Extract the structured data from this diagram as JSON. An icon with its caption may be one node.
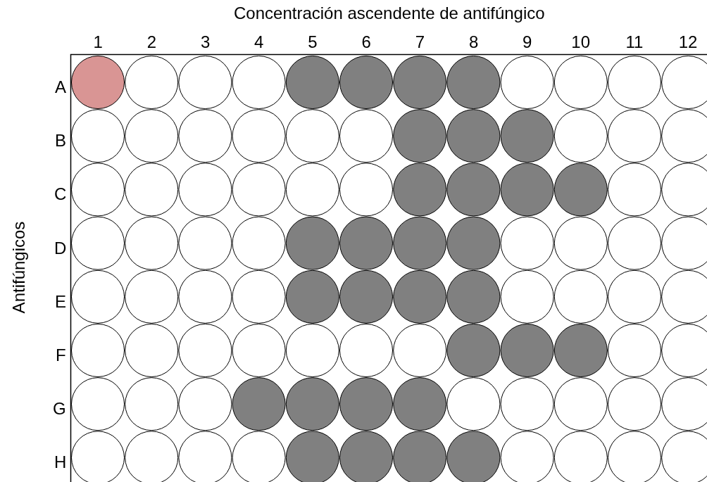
{
  "diagram": {
    "title": "Concentración ascendente de antifúngico",
    "labels": [
      "1",
      "2",
      "3",
      "4",
      "5",
      "6",
      "7",
      "8",
      "9",
      "10",
      "11",
      "12",
      "A",
      "B",
      "C",
      "D",
      "E",
      "F",
      "G",
      "H",
      "Antifúngicos"
    ]
  }
}
